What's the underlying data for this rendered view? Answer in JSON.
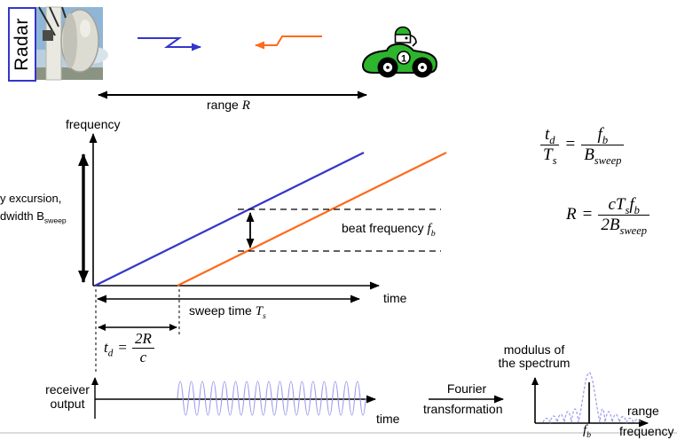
{
  "colors": {
    "accent_blue": "#3535cc",
    "accent_orange": "#ff6a1a",
    "wave_blue": "#9a9aec",
    "car_green": "#2db52d"
  },
  "radar": {
    "label": "Radar"
  },
  "range_marker": {
    "text": "range",
    "var": "R"
  },
  "ramp_plot": {
    "y_axis": "frequency",
    "x_axis": "time",
    "excursion_line1": "y excursion,",
    "excursion_line2": "dwidth B",
    "excursion_line2_sub": "sweep",
    "beat_text": "beat frequency",
    "beat_var": "f",
    "beat_sub": "b",
    "sweep_text": "sweep time",
    "sweep_var": "T",
    "sweep_sub": "s"
  },
  "formulas": {
    "delay": {
      "var": "t",
      "sub": "d",
      "eq": "=",
      "num": "2R",
      "den": "c"
    },
    "ratio": {
      "n1": "t",
      "n1s": "d",
      "d1": "T",
      "d1s": "s",
      "eq": "=",
      "n2": "f",
      "n2s": "b",
      "d2": "B",
      "d2s": "sweep"
    },
    "range": {
      "lhs": "R",
      "eq": "=",
      "num1": "cT",
      "num1s": "s",
      "num2": "f",
      "num2s": "b",
      "den": "2B",
      "dens": "sweep"
    }
  },
  "receiver": {
    "line1": "receiver",
    "line2": "output",
    "x_axis": "time"
  },
  "fourier": {
    "line1": "Fourier",
    "line2": "transformation"
  },
  "spectrum": {
    "title1": "modulus of",
    "title2": "the spectrum",
    "peak_var": "f",
    "peak_sub": "b",
    "axis1": "range",
    "axis2": "frequency"
  },
  "car": {
    "number": "1"
  }
}
